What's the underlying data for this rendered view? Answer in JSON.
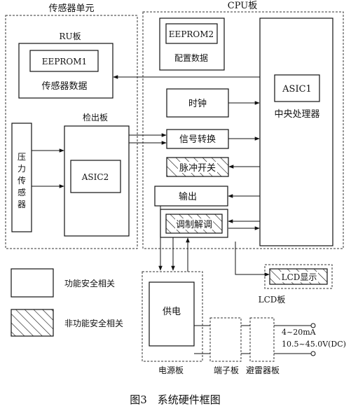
{
  "sensor_unit": {
    "label": "传感器单元"
  },
  "cpu_board": {
    "label": "CPU板"
  },
  "ru_board": {
    "label": "RU板",
    "eeprom": "EEPROM1",
    "caption": "传感器数据"
  },
  "config": {
    "eeprom": "EEPROM2",
    "caption": "配置数据"
  },
  "asic1": {
    "label": "ASIC1",
    "caption": "中央处理器"
  },
  "clock": {
    "label": "时钟"
  },
  "detect_board": {
    "label": "检出板",
    "asic": "ASIC2"
  },
  "pressure_sensor": {
    "label": "压力传感器",
    "chars": [
      "压",
      "力",
      "传",
      "感",
      "器"
    ]
  },
  "signal_convert": {
    "label": "信号转换"
  },
  "pulse_switch": {
    "label": "脉冲开关"
  },
  "output": {
    "label": "输出"
  },
  "modem": {
    "label": "调制解调"
  },
  "lcd": {
    "label": "LCD显示",
    "board": "LCD板"
  },
  "power_board": {
    "label": "供电",
    "board": "电源板"
  },
  "terminal_board": {
    "board": "端子板"
  },
  "arrester_board": {
    "board": "避雷器板"
  },
  "terminals": {
    "current": "4~20mA",
    "voltage": "10.5~45.0V(DC)"
  },
  "legend": {
    "safety": "功能安全相关",
    "non_safety": "非功能安全相关"
  },
  "caption": "图3　系统硬件框图"
}
